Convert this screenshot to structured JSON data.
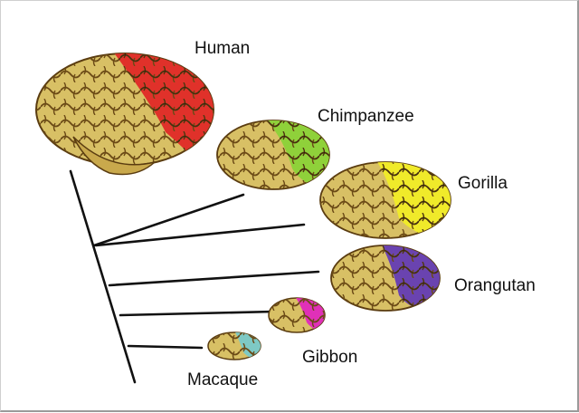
{
  "species": [
    {
      "id": "human",
      "label": "Human"
    },
    {
      "id": "chimpanzee",
      "label": "Chimpanzee"
    },
    {
      "id": "gorilla",
      "label": "Gorilla"
    },
    {
      "id": "orangutan",
      "label": "Orangutan"
    },
    {
      "id": "gibbon",
      "label": "Gibbon"
    },
    {
      "id": "macaque",
      "label": "Macaque"
    }
  ],
  "colors": {
    "brain_base": "#d8c065",
    "brain_fold": "#6b4a16",
    "human": "#e0312a",
    "chimpanzee": "#8fd13a",
    "gorilla": "#f0ea2a",
    "orangutan": "#6a43b0",
    "gibbon": "#e030b8",
    "macaque": "#7ec9c4",
    "tree_line": "#111111"
  }
}
